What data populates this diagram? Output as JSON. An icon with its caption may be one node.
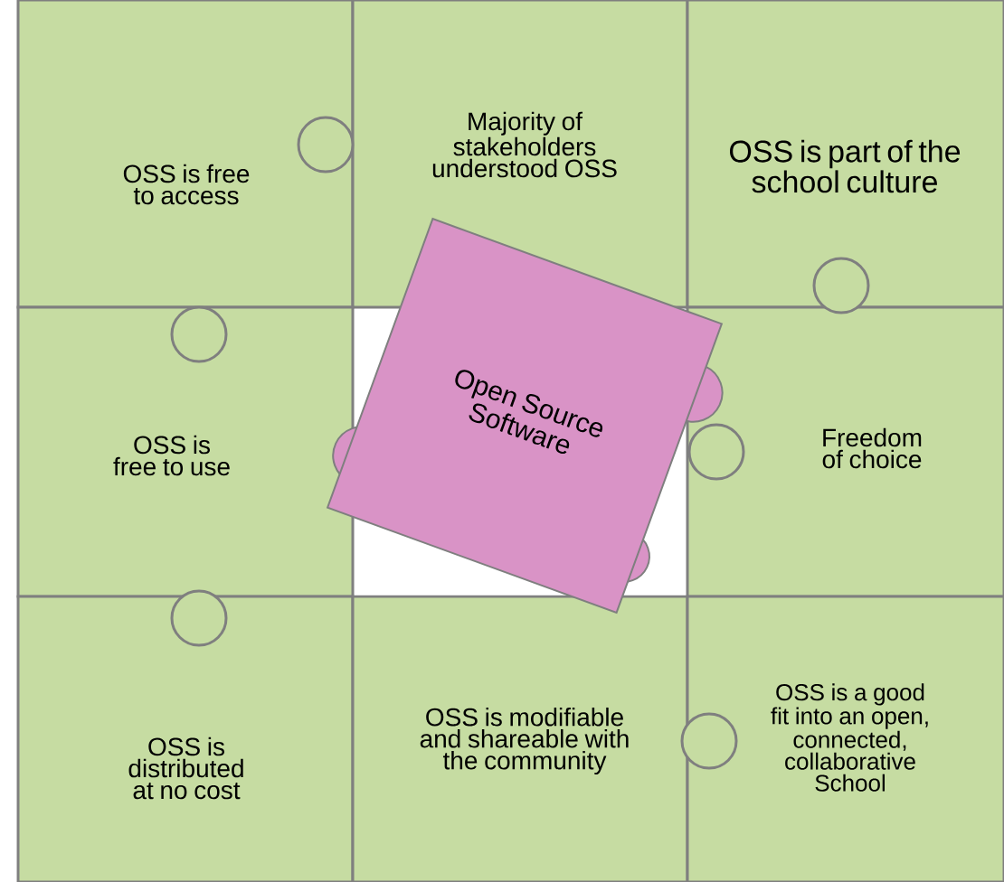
{
  "diagram": {
    "nodes": [
      {
        "text": [
          "OSS is free to access"
        ]
      },
      {
        "text": [
          "Majority of stakeholders understood OSS"
        ]
      },
      {
        "text": [
          "OSS is part of the school culture"
        ]
      },
      {
        "text": [
          "OSS is free to use"
        ]
      },
      {
        "text": [
          "Open Source Software"
        ]
      },
      {
        "text": [
          "Freedom of choice"
        ]
      },
      {
        "text": [
          "OSS is distributed at no cost"
        ]
      },
      {
        "text": [
          "OSS is modifiable and shareable with the community"
        ]
      },
      {
        "text": [
          "OSS is a good fit into an open, connected, collaborative School"
        ]
      }
    ]
  }
}
